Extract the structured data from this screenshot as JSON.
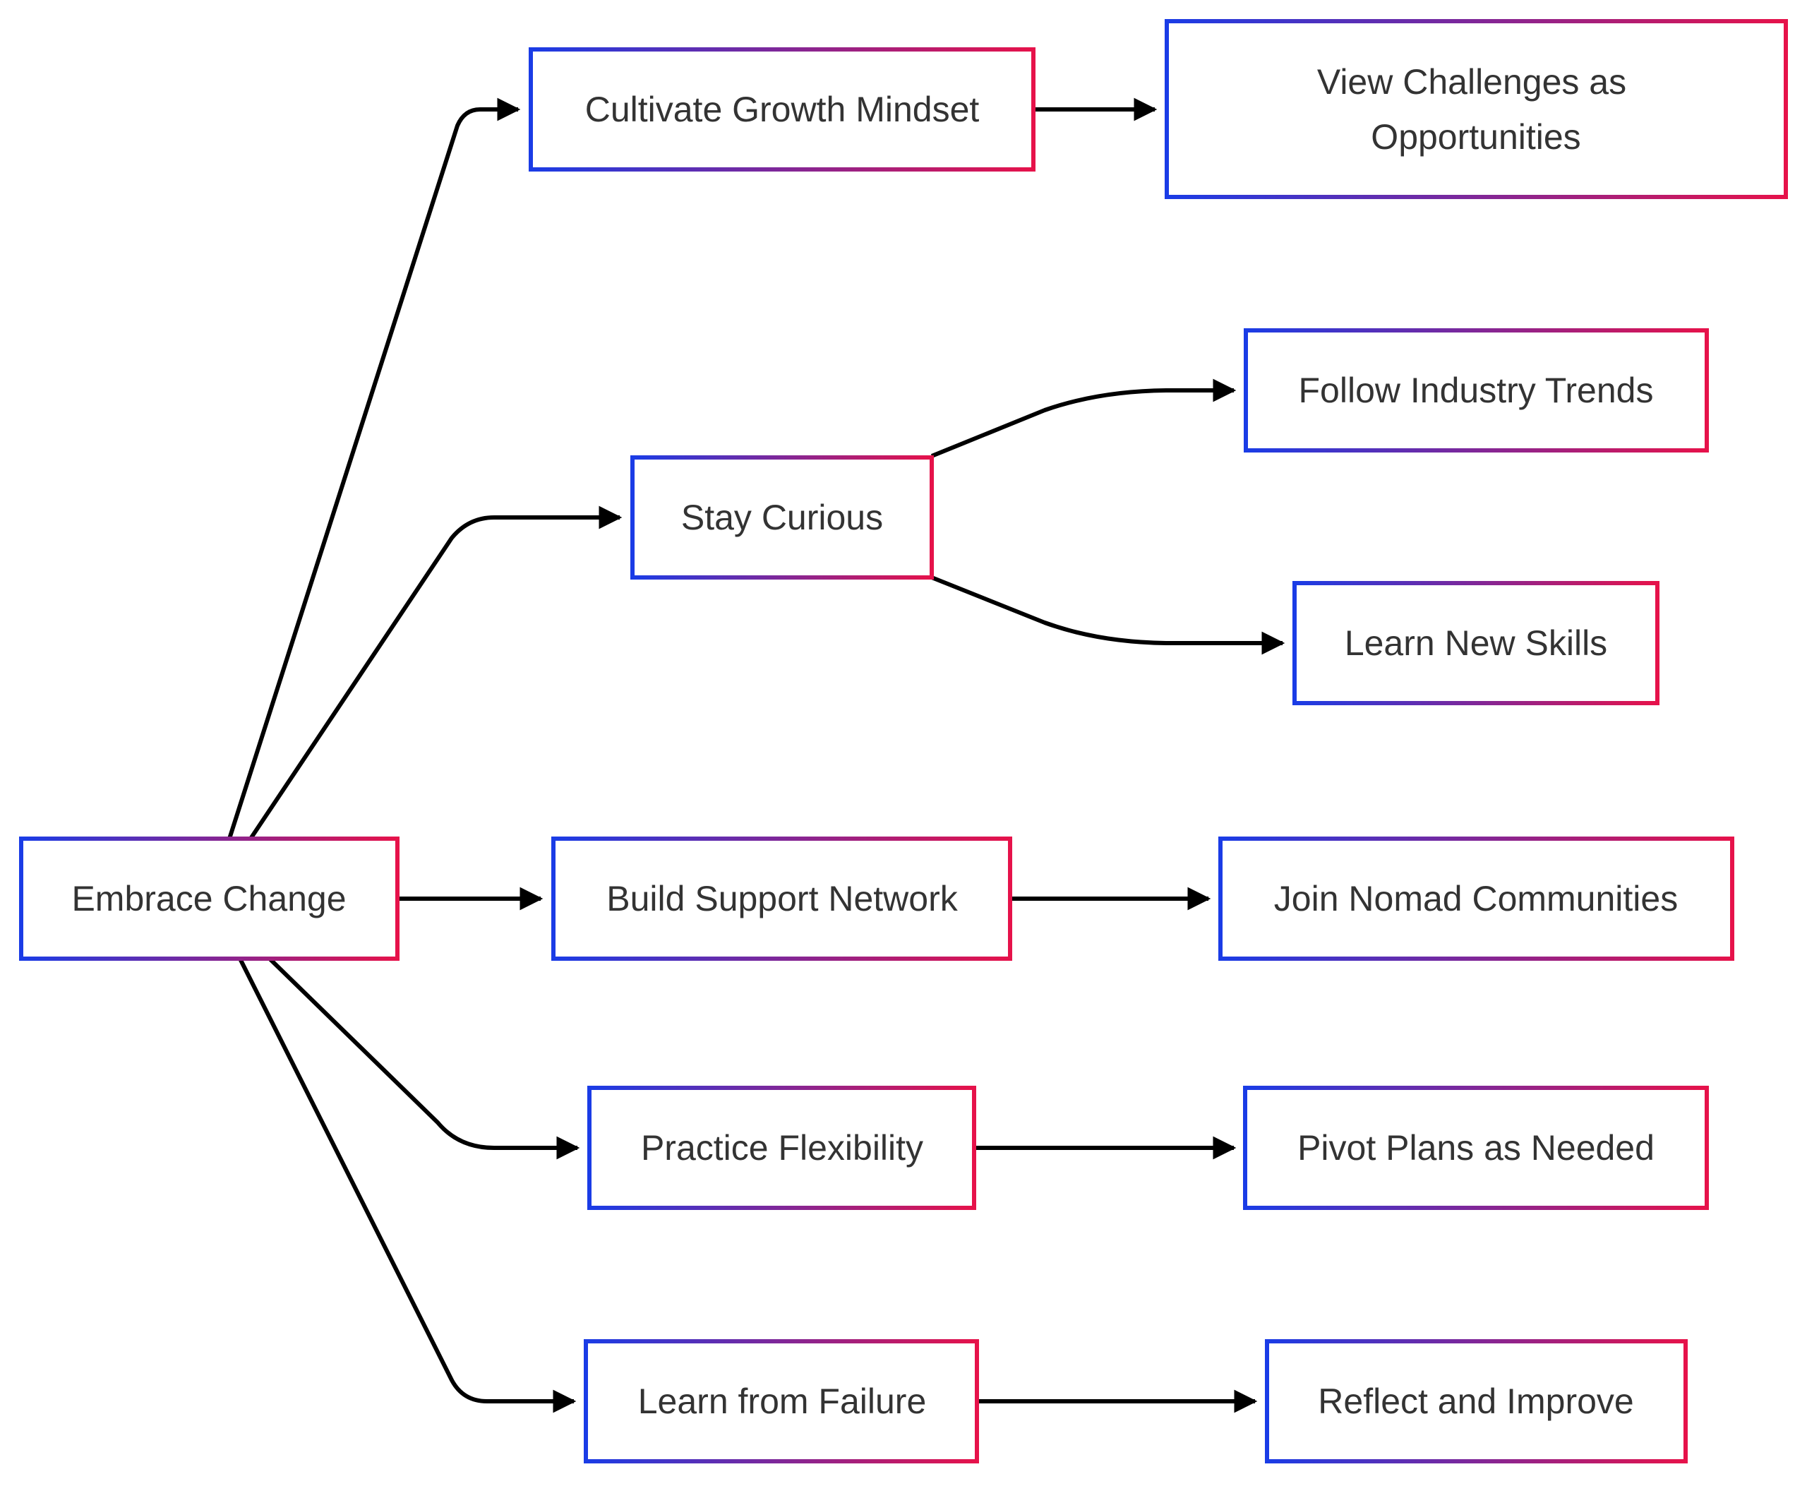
{
  "colors": {
    "border_start": "#1a3ce6",
    "border_end": "#e6124a",
    "edge": "#000000",
    "text": "#333333"
  },
  "nodes": {
    "embrace": "Embrace Change",
    "growth": "Cultivate Growth Mindset",
    "challenges": [
      "View Challenges as",
      "Opportunities"
    ],
    "curious": "Stay Curious",
    "trends": "Follow Industry Trends",
    "skills": "Learn New Skills",
    "network": "Build Support Network",
    "communities": "Join Nomad Communities",
    "flexibility": "Practice Flexibility",
    "pivot": "Pivot Plans as Needed",
    "failure": "Learn from Failure",
    "reflect": "Reflect and Improve"
  }
}
